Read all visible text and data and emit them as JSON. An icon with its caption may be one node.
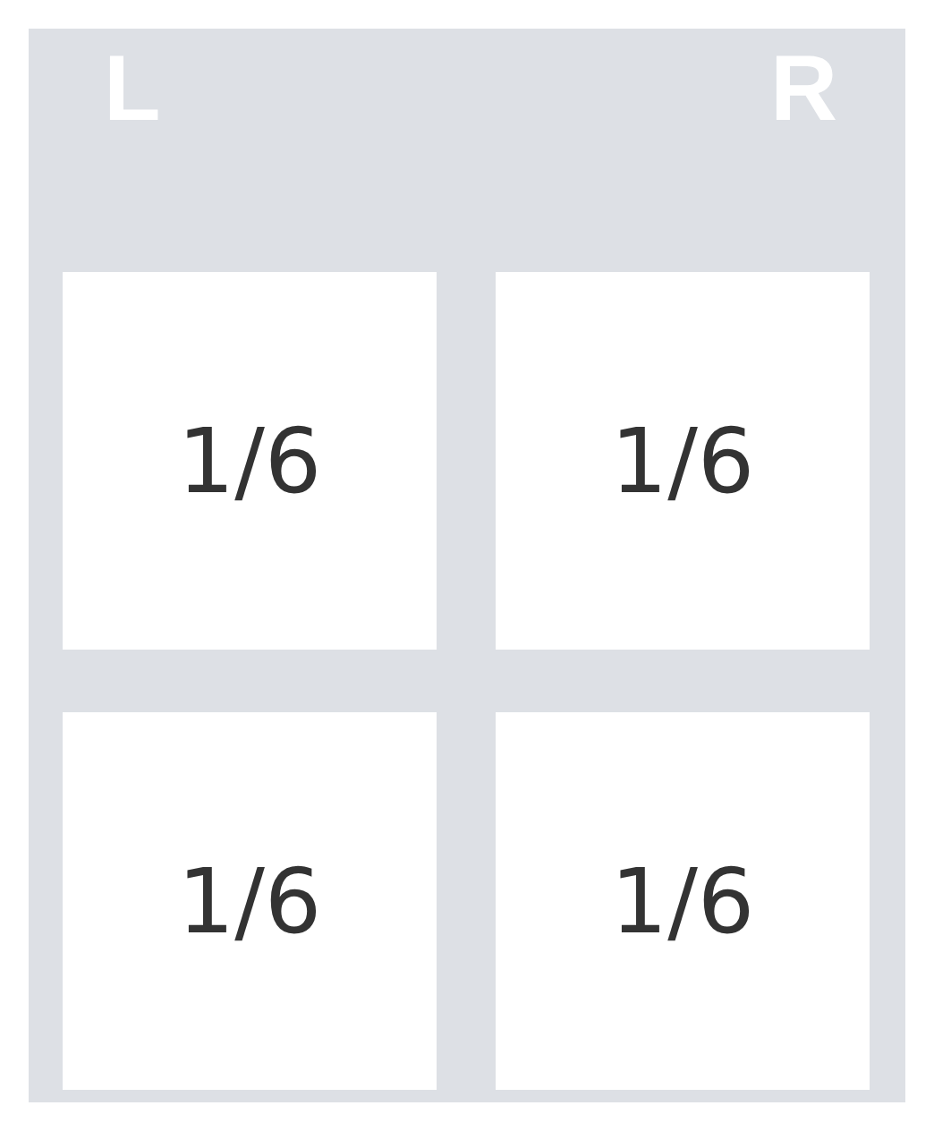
{
  "diagram": {
    "nodes": [
      {
        "text": [
          "L",
          "R"
        ]
      },
      {
        "text": [
          "1/6"
        ],
        "in": 0
      },
      {
        "text": [
          "1/6"
        ],
        "in": 0
      },
      {
        "text": [
          "1/6"
        ],
        "in": 0
      },
      {
        "text": [
          "1/6"
        ],
        "in": 0
      }
    ]
  }
}
